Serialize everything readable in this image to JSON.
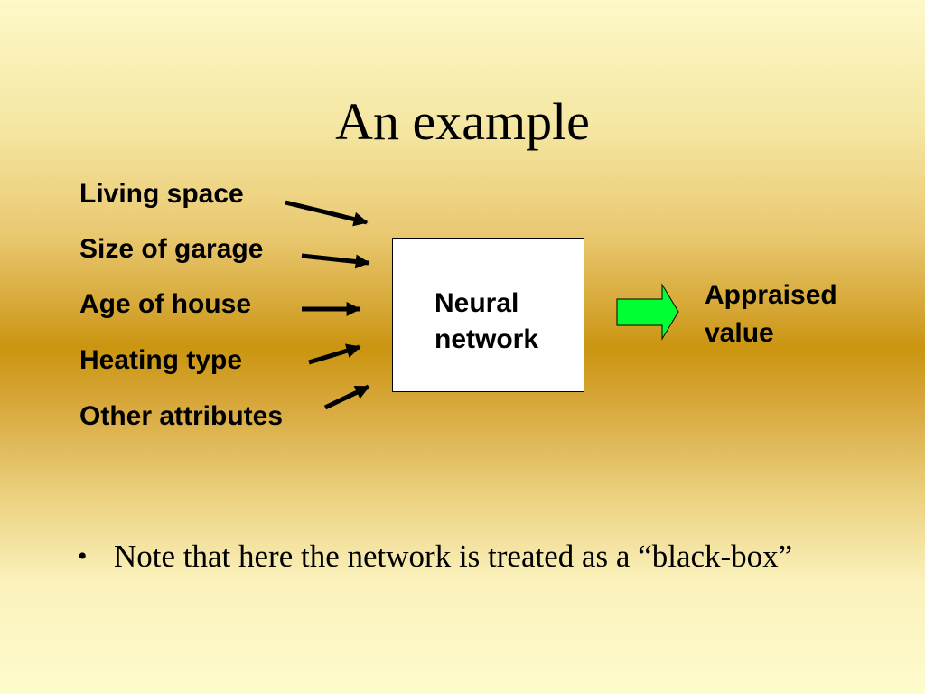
{
  "title": "An example",
  "inputs": [
    {
      "label": "Living space"
    },
    {
      "label": "Size of garage"
    },
    {
      "label": "Age of house"
    },
    {
      "label": "Heating type"
    },
    {
      "label": "Other attributes"
    }
  ],
  "model": {
    "line1": "Neural",
    "line2": "network"
  },
  "output": {
    "line1": "Appraised",
    "line2": "value",
    "arrow_fill": "#00ff33"
  },
  "bullet": {
    "marker": "•",
    "text": "Note that here the network is treated as a “black-box”"
  }
}
